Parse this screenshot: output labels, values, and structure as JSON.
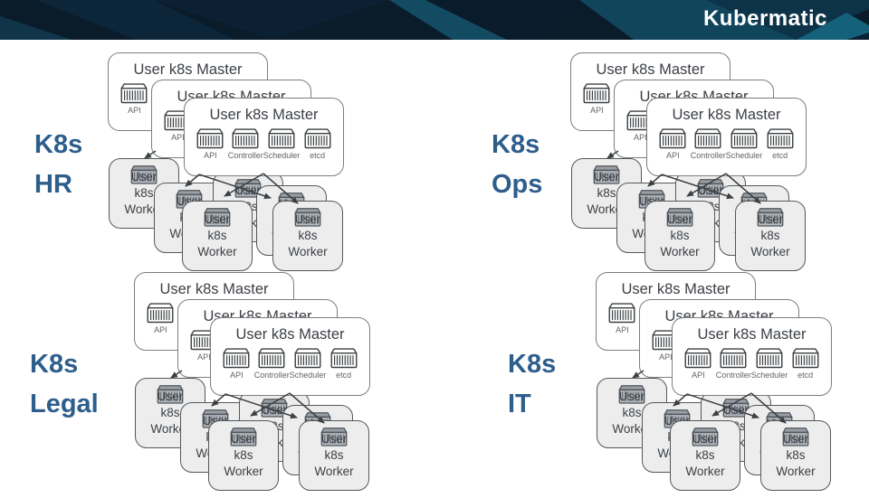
{
  "header": {
    "brand": "Kubermatic",
    "bg_color": "#0a1b2a"
  },
  "clusters": [
    {
      "name": "HR",
      "label_line1": "K8s",
      "label_line2": "HR"
    },
    {
      "name": "Ops",
      "label_line1": "K8s",
      "label_line2": "Ops"
    },
    {
      "name": "Legal",
      "label_line1": "K8s",
      "label_line2": "Legal"
    },
    {
      "name": "IT",
      "label_line1": "K8s",
      "label_line2": "IT"
    }
  ],
  "master_card": {
    "title": "User k8s Master",
    "components": [
      "API",
      "Controller",
      "Scheduler",
      "etcd"
    ],
    "count_per_cluster": 3
  },
  "worker_card": {
    "line1": "User",
    "line2": "k8s",
    "line3": "Worker",
    "count_per_cluster": 6
  },
  "icons": {
    "master_component": "container-icon",
    "worker_node": "container-icon"
  },
  "colors": {
    "label_blue": "#2d5e8c",
    "header_navy": "#0a1b2a",
    "master_border": "#7d7d7d",
    "worker_border": "#54585c",
    "worker_bg": "#ededed",
    "arrow": "#3c4043",
    "brand_text": "#ffffff"
  }
}
